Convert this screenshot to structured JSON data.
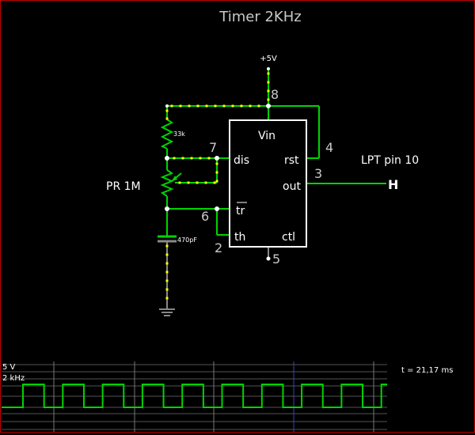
{
  "title": "Timer 2KHz",
  "supply_label": "+5V",
  "components": {
    "r1_label": "33k",
    "pot_label": "PR 1M",
    "cap_label": "470pF"
  },
  "chip": {
    "pins": {
      "vin": "Vin",
      "dis": "dis",
      "rst": "rst",
      "out": "out",
      "tr": "tr",
      "th": "th",
      "ctl": "ctl"
    },
    "pin_numbers": {
      "p8": "8",
      "p7": "7",
      "p4": "4",
      "p3": "3",
      "p6": "6",
      "p2": "2",
      "p5": "5"
    }
  },
  "output": {
    "label": "LPT pin 10",
    "state": "H"
  },
  "scope": {
    "voltage_label": "5 V",
    "frequency_label": "2 kHz",
    "time_label": "t = 21,17 ms"
  },
  "colors": {
    "wire": "#00d400",
    "current_dot": "#ffff00",
    "chip_border": "#ffffff",
    "text": "#ffffff",
    "scope_grid": "#555555",
    "scope_major": "#777777",
    "scope_highlight": "#3b3bcc"
  }
}
